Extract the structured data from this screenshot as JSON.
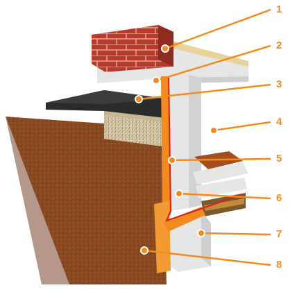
{
  "diagram": {
    "accent_color": "#f28a1f",
    "callouts": [
      {
        "id": "1",
        "label": "1"
      },
      {
        "id": "2",
        "label": "2"
      },
      {
        "id": "3",
        "label": "3"
      },
      {
        "id": "4",
        "label": "4"
      },
      {
        "id": "5",
        "label": "5"
      },
      {
        "id": "6",
        "label": "6"
      },
      {
        "id": "7",
        "label": "7"
      },
      {
        "id": "8",
        "label": "8"
      }
    ]
  }
}
